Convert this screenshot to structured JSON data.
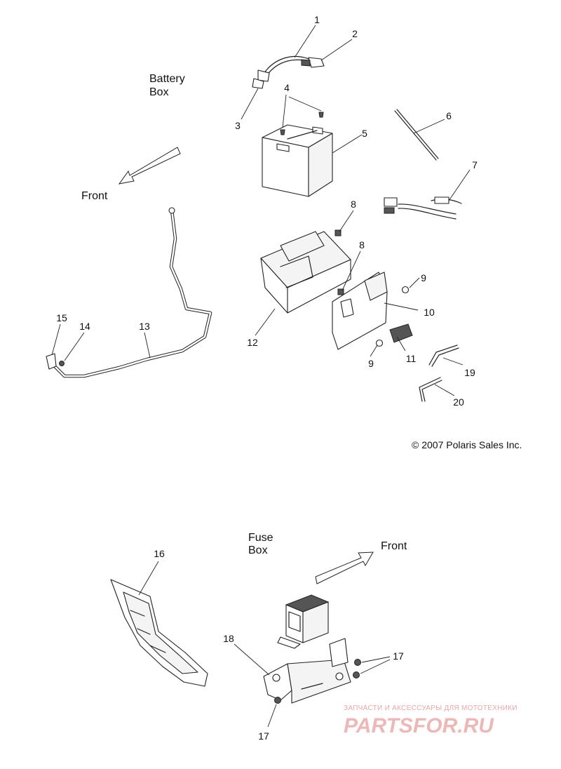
{
  "section_labels": {
    "battery_box_line1": "Battery",
    "battery_box_line2": "Box",
    "front_top": "Front",
    "fuse_box_line1": "Fuse",
    "fuse_box_line2": "Box",
    "front_bottom": "Front"
  },
  "copyright": "© 2007 Polaris Sales Inc.",
  "callouts": {
    "c1": "1",
    "c2": "2",
    "c3": "3",
    "c4": "4",
    "c5": "5",
    "c6": "6",
    "c7": "7",
    "c8a": "8",
    "c8b": "8",
    "c9a": "9",
    "c9b": "9",
    "c10": "10",
    "c11": "11",
    "c12": "12",
    "c13": "13",
    "c14": "14",
    "c15": "15",
    "c16": "16",
    "c17a": "17",
    "c17b": "17",
    "c18": "18",
    "c19": "19",
    "c20": "20"
  },
  "watermark": {
    "tagline": "ЗАПЧАСТИ И АКСЕССУАРЫ ДЛЯ МОТОТЕХНИКИ",
    "brand": "PARTSFOR.RU"
  }
}
